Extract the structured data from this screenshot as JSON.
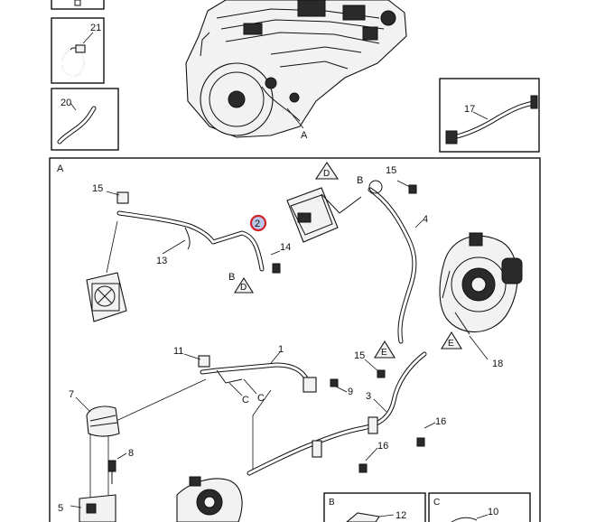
{
  "diagram": {
    "callouts": {
      "n21": "21",
      "n20": "20",
      "n17": "17",
      "n15a": "15",
      "n15b": "15",
      "n15c": "15",
      "n2": "2",
      "n13": "13",
      "n14": "14",
      "n4": "4",
      "n18": "18",
      "n11": "11",
      "n1": "1",
      "n9": "9",
      "n7": "7",
      "n3": "3",
      "n16a": "16",
      "n16b": "16",
      "n8": "8",
      "n5": "5",
      "n12": "12",
      "n10": "10"
    },
    "letters": {
      "engine_a": "A",
      "section_a": "A",
      "tri_d_top": "D",
      "tri_d_bottom": "D",
      "tri_e_left": "E",
      "tri_e_right": "E",
      "b_top": "B",
      "b_left": "B",
      "c_left": "C",
      "c_right": "C"
    },
    "inset_boxes": {
      "box_b": "B",
      "box_c": "C"
    }
  }
}
